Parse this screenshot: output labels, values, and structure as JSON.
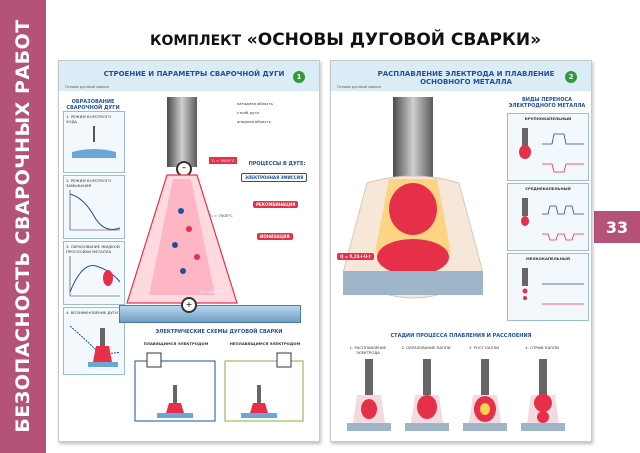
{
  "sidebar": {
    "title": "БЕЗОПАСНОСТЬ СВАРОЧНЫХ РАБОТ",
    "page_number": "33"
  },
  "header": {
    "prefix": "КОМПЛЕКТ",
    "name": "«ОСНОВЫ ДУГОВОЙ СВАРКИ»"
  },
  "colors": {
    "brand": "#b4527a",
    "poster_blue": "#1f4f9e",
    "arc_red": "#e6304a",
    "badge_green": "#2f9a3a"
  },
  "poster1": {
    "title": "СТРОЕНИЕ И ПАРАМЕТРЫ СВАРОЧНОЙ ДУГИ",
    "number": "1",
    "corner_note": "Основы дуговой сварки",
    "left_column_title": "ОБРАЗОВАНИЕ СВАРОЧНОЙ ДУГИ",
    "steps": [
      "1. РЕЖИМ КОРОТКОГО ХОДА",
      "2. РЕЖИМ КОРОТКОГО ЗАМЫКАНИЯ",
      "3. ОБРАЗОВАНИЕ ЖИДКОЙ ПРОСЛОЙКИ МЕТАЛЛА",
      "4. ВОЗНИКНОВЕНИЕ ДУГИ"
    ],
    "legend": [
      "катодная область",
      "столб дуги",
      "анодная область"
    ],
    "temp_top": "T₁ = 3000°C",
    "temp_mid": "T₂ = 7000°C",
    "temp_bottom": "T₃ = 4000°C",
    "processes_title": "ПРОЦЕССЫ В ДУГЕ:",
    "processes": [
      "ЭЛЕКТРОННАЯ ЭМИССИЯ",
      "РЕКОМБИНАЦИЯ",
      "ИОНИЗАЦИЯ"
    ],
    "circuits_title": "ЭЛЕКТРИЧЕСКИЕ СХЕМЫ ДУГОВОЙ СВАРКИ",
    "circuit_left": "ПЛАВЯЩИМСЯ ЭЛЕКТРОДОМ",
    "circuit_right": "НЕПЛАВЯЩИМСЯ ЭЛЕКТРОДОМ"
  },
  "poster2": {
    "title": "РАСПЛАВЛЕНИЕ ЭЛЕКТРОДА И ПЛАВЛЕНИЕ ОСНОВНОГО МЕТАЛЛА",
    "number": "2",
    "corner_note": "Основы дуговой сварки",
    "formula": "Q = 0,24·I·U·t",
    "transfer_title": "ВИДЫ ПЕРЕНОСА ЭЛЕКТРОДНОГО МЕТАЛЛА",
    "transfer_types": [
      "КРУПНОКАПЕЛЬНЫЙ",
      "СРЕДНЕКАПЕЛЬНЫЙ",
      "МЕЛКОКАПЕЛЬНЫЙ"
    ],
    "stages_title": "СТАДИИ ПРОЦЕССА ПЛАВЛЕНИЯ И РАССЛОЕНИЯ",
    "stages": [
      "1. РАСПЛАВЛЕНИЕ ЭЛЕКТРОДА",
      "2. ОБРАЗОВАНИЕ КАПЛИ",
      "3. РОСТ КАПЛИ",
      "4. ОТРЫВ КАПЛИ"
    ]
  }
}
